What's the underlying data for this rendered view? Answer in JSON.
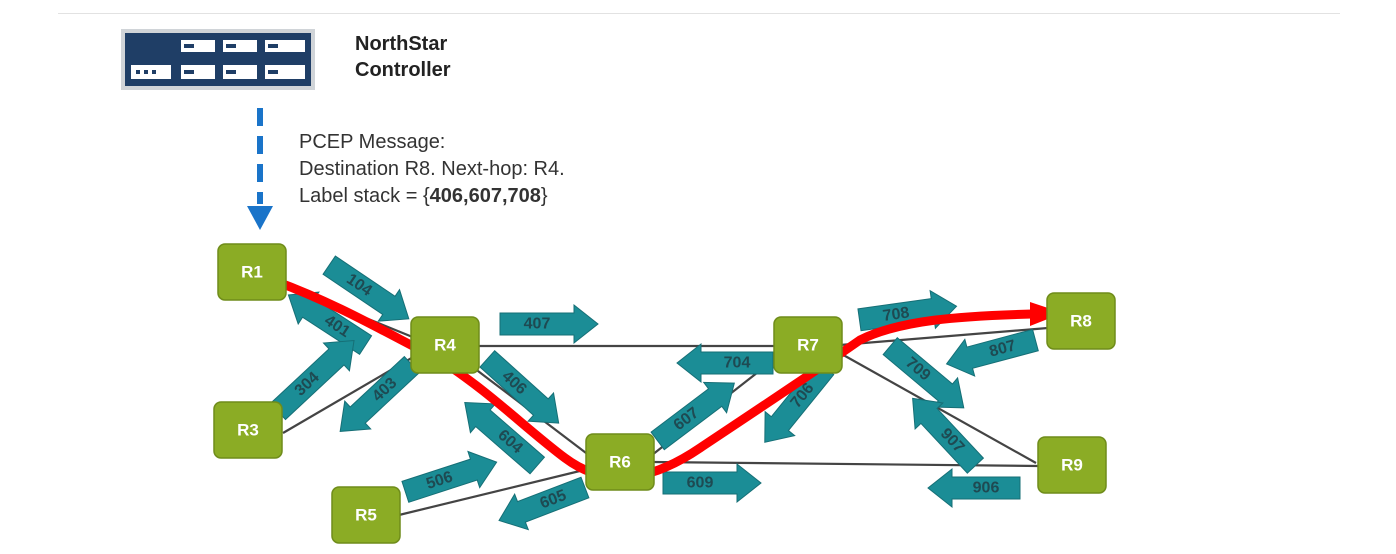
{
  "controller": {
    "name": "NorthStar\nController"
  },
  "message": {
    "line1": "PCEP Message:",
    "line2": "Destination R8. Next-hop: R4.",
    "line3_prefix": "Label stack  = {",
    "line3_labels": "406,607,708",
    "line3_suffix": "}"
  },
  "routers": [
    "R1",
    "R3",
    "R4",
    "R5",
    "R6",
    "R7",
    "R8",
    "R9"
  ],
  "links": [
    [
      "R1",
      "R4"
    ],
    [
      "R3",
      "R4"
    ],
    [
      "R4",
      "R7"
    ],
    [
      "R4",
      "R6"
    ],
    [
      "R5",
      "R6"
    ],
    [
      "R6",
      "R7"
    ],
    [
      "R6",
      "R9"
    ],
    [
      "R7",
      "R8"
    ],
    [
      "R7",
      "R9"
    ]
  ],
  "labels": [
    "104",
    "401",
    "304",
    "403",
    "407",
    "406",
    "604",
    "506",
    "605",
    "607",
    "609",
    "704",
    "706",
    "708",
    "709",
    "807",
    "907",
    "906"
  ],
  "path": [
    "R1",
    "R4",
    "R6",
    "R7",
    "R8"
  ],
  "colors": {
    "router_fill": "#8bac25",
    "router_stroke": "#6f8c1a",
    "arrow_fill": "#1b8d96",
    "path": "#ff0000",
    "pcep_arrow": "#1a74c9",
    "link": "#444444"
  }
}
